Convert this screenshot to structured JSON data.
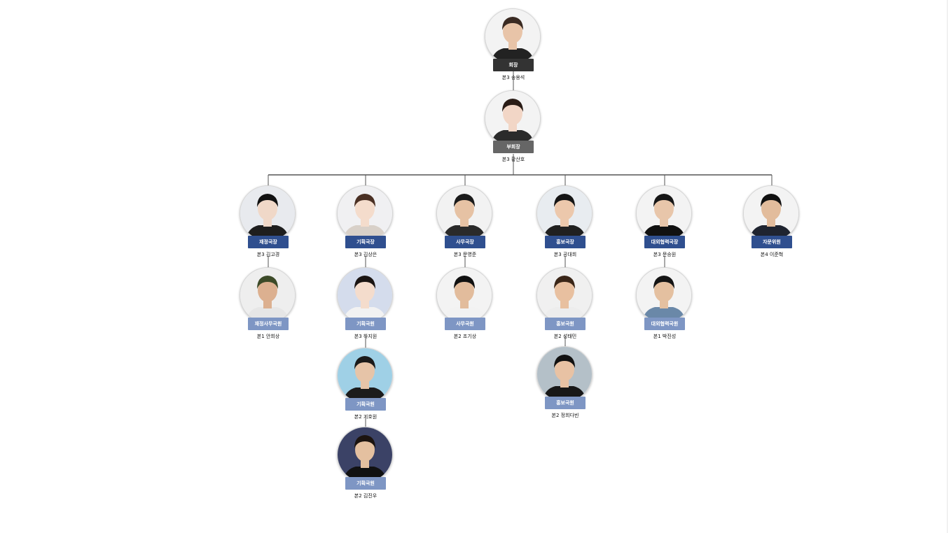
{
  "colors": {
    "line": "#555555",
    "exec_label": "#333333",
    "vice_label": "#666666",
    "head_label": "#2f4f8f",
    "staff_label": "#7e96c4"
  },
  "members": [
    {
      "role": "회장",
      "name": "본3 송용석",
      "photo": {
        "bg": "#f3f3f3",
        "hair": "#3a2a22",
        "skin": "#e8c4a8",
        "shirt": "#222222"
      }
    },
    {
      "role": "부회장",
      "name": "본3 황산호",
      "photo": {
        "bg": "#f3f3f3",
        "hair": "#2a1c16",
        "skin": "#f2d6c6",
        "shirt": "#2b2b2b"
      }
    },
    {
      "role": "재정국장",
      "name": "본3 김고경",
      "photo": {
        "bg": "#e8eaee",
        "hair": "#111111",
        "skin": "#f0d8c8",
        "shirt": "#1e1e1e"
      }
    },
    {
      "role": "기획국장",
      "name": "본3 김상은",
      "photo": {
        "bg": "#f0f0f2",
        "hair": "#4a3024",
        "skin": "#f4dccc",
        "shirt": "#d8d0c8"
      }
    },
    {
      "role": "사무국장",
      "name": "본3 문영준",
      "photo": {
        "bg": "#f2f2f2",
        "hair": "#1a1a1a",
        "skin": "#e6c2a4",
        "shirt": "#2a2a2a"
      }
    },
    {
      "role": "홍보국장",
      "name": "본3 공대희",
      "photo": {
        "bg": "#e8ecf0",
        "hair": "#151515",
        "skin": "#ecc8ac",
        "shirt": "#202020"
      }
    },
    {
      "role": "대외협력국장",
      "name": "본3 문승원",
      "photo": {
        "bg": "#f3f3f3",
        "hair": "#161616",
        "skin": "#e8c6aa",
        "shirt": "#111111"
      }
    },
    {
      "role": "자문위원",
      "name": "본4 이준혁",
      "photo": {
        "bg": "#f3f3f3",
        "hair": "#111111",
        "skin": "#e2bc9c",
        "shirt": "#1f2430"
      }
    },
    {
      "role": "재정사무국원",
      "name": "본1 안희상",
      "photo": {
        "bg": "#eeeeee",
        "hair": "#3c4a28",
        "skin": "#dcb090",
        "shirt": "#e6e6e6"
      }
    },
    {
      "role": "기획국원",
      "name": "본3 하지원",
      "photo": {
        "bg": "#d4dcec",
        "hair": "#1a1412",
        "skin": "#f4dccc",
        "shirt": "#f2f2f2"
      }
    },
    {
      "role": "기획국원",
      "name": "본2 기호원",
      "photo": {
        "bg": "#9fd0e6",
        "hair": "#1a1a1a",
        "skin": "#e6c4a8",
        "shirt": "#1c1c1c"
      }
    },
    {
      "role": "기획국원",
      "name": "본2 김진우",
      "photo": {
        "bg": "#3b4266",
        "hair": "#1c1410",
        "skin": "#e4c0a0",
        "shirt": "#111111"
      }
    },
    {
      "role": "사무국원",
      "name": "본2 조기상",
      "photo": {
        "bg": "#f3f3f3",
        "hair": "#111111",
        "skin": "#e2bc9c",
        "shirt": "#f2f2f2"
      }
    },
    {
      "role": "홍보국원",
      "name": "본2 성태민",
      "photo": {
        "bg": "#f0f0f0",
        "hair": "#3a2618",
        "skin": "#e8c0a0",
        "shirt": "#ededed"
      }
    },
    {
      "role": "홍보국원",
      "name": "본2 정희다빈",
      "photo": {
        "bg": "#b4c0c8",
        "hair": "#111111",
        "skin": "#e8c2a4",
        "shirt": "#181818"
      }
    },
    {
      "role": "대외협력국원",
      "name": "본1 박진성",
      "photo": {
        "bg": "#f3f3f3",
        "hair": "#141414",
        "skin": "#e4c0a0",
        "shirt": "#6a88a8"
      }
    }
  ]
}
